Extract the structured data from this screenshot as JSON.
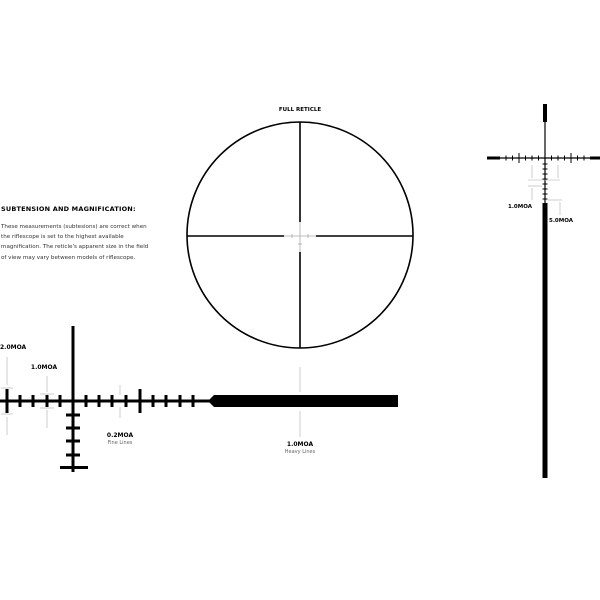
{
  "full_reticle_title": "FULL RETICLE",
  "info": {
    "heading": "SUBTENSION AND MAGNIFICATION:",
    "body": "These measurements (subtesions) are correct when the riflescope is set to the highest available magnification. The reticle's apparent size in the field of view may vary between models of riflescope."
  },
  "detail_labels": {
    "two_moa": "2.0MOA",
    "one_moa": "1.0MOA",
    "fine": {
      "value": "0.2MOA",
      "caption": "Fine Lines"
    },
    "heavy": {
      "value": "1.0MOA",
      "caption": "Heavy Lines"
    }
  },
  "right_labels": {
    "one_moa": "1.0MOA",
    "five_moa": "5.0MOA"
  },
  "colors": {
    "ink": "#000000",
    "annotation": "#aaaaaa"
  }
}
